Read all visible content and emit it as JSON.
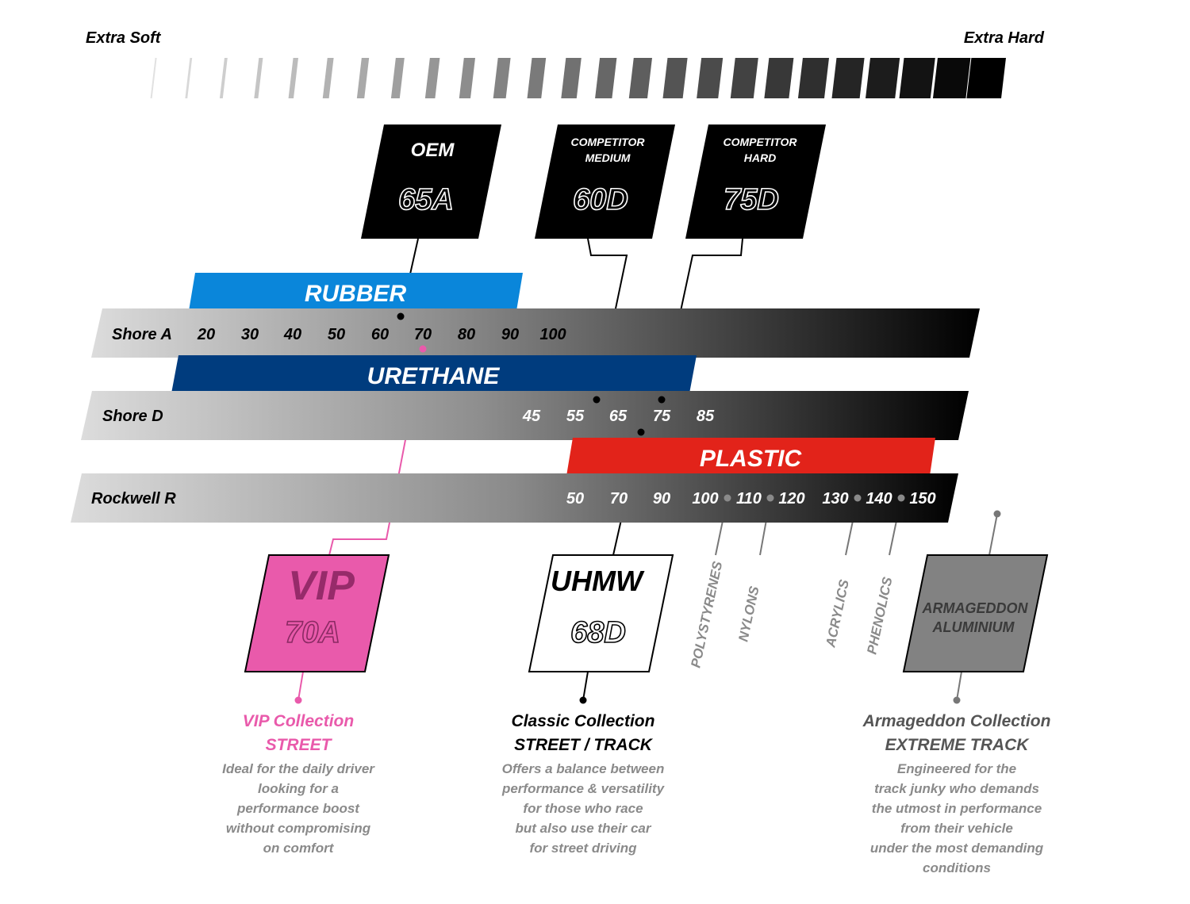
{
  "header": {
    "soft_label": "Extra Soft",
    "hard_label": "Extra Hard"
  },
  "callouts": {
    "oem": {
      "title": "OEM",
      "value": "65A"
    },
    "competitor_medium": {
      "title_line1": "COMPETITOR",
      "title_line2": "MEDIUM",
      "value": "60D"
    },
    "competitor_hard": {
      "title_line1": "COMPETITOR",
      "title_line2": "HARD",
      "value": "75D"
    }
  },
  "materials": {
    "rubber": {
      "label": "RUBBER",
      "color": "#0a86da"
    },
    "urethane": {
      "label": "URETHANE",
      "color": "#003c7e"
    },
    "plastic": {
      "label": "PLASTIC",
      "color": "#e2231a"
    }
  },
  "scales": {
    "shore_a": {
      "label": "Shore A",
      "ticks": [
        "20",
        "30",
        "40",
        "50",
        "60",
        "70",
        "80",
        "90",
        "100"
      ]
    },
    "shore_d": {
      "label": "Shore D",
      "ticks": [
        "45",
        "55",
        "65",
        "75",
        "85"
      ]
    },
    "rockwell_r": {
      "label": "Rockwell R",
      "ticks": [
        "50",
        "70",
        "90",
        "100",
        "110",
        "120",
        "130",
        "140",
        "150"
      ]
    }
  },
  "products": {
    "vip": {
      "title": "VIP",
      "value": "70A",
      "color": "#e95aab"
    },
    "uhmw": {
      "title": "UHMW",
      "value": "68D"
    },
    "armageddon": {
      "title_line1": "ARMAGEDDON",
      "title_line2": "ALUMINIUM",
      "color": "#828282"
    }
  },
  "plastic_types": [
    "POLYSTYRENES",
    "NYLONS",
    "ACRYLICS",
    "PHENOLICS"
  ],
  "collections": {
    "vip": {
      "name": "VIP Collection",
      "use": "STREET",
      "description": [
        "Ideal for the daily driver",
        "looking for a",
        "performance boost",
        "without compromising",
        "on comfort"
      ],
      "color": "#e95aab"
    },
    "classic": {
      "name": "Classic Collection",
      "use": "STREET / TRACK",
      "description": [
        "Offers a balance between",
        "performance & versatility",
        "for those who race",
        "but also use their car",
        "for street driving"
      ]
    },
    "armageddon": {
      "name": "Armageddon Collection",
      "use": "EXTREME TRACK",
      "description": [
        "Engineered for the",
        "track junky who demands",
        "the utmost in performance",
        "from their vehicle",
        "under the most demanding",
        "conditions"
      ]
    }
  },
  "colors": {
    "ink": "#000000",
    "grey_text": "#8a8a8a",
    "leader_grey": "#777777"
  }
}
